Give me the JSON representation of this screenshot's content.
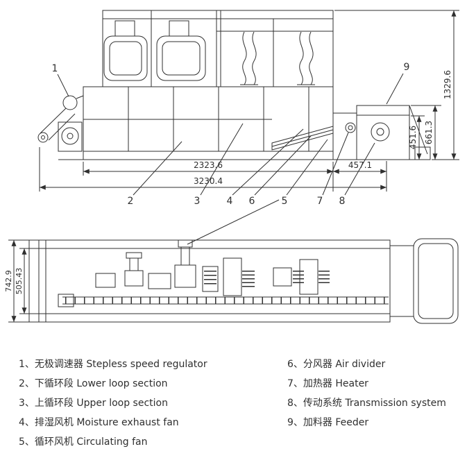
{
  "figure": {
    "callouts": {
      "c1": "1",
      "c2": "2",
      "c3": "3",
      "c4": "4",
      "c5": "5",
      "c6": "6",
      "c7": "7",
      "c8": "8",
      "c9": "9"
    },
    "dims": {
      "body_length": "2323.6",
      "total_length": "3230.4",
      "feeder_length": "457.1",
      "total_height": "1329.6",
      "feeder_height": "661.3",
      "discharge_height": "451.6",
      "plan_total_width": "742.9",
      "plan_inner_width": "505.43"
    }
  },
  "legend": {
    "left": [
      {
        "label": "1、无极调速器 Stepless speed regulator"
      },
      {
        "label": "2、下循环段 Lower loop section"
      },
      {
        "label": "3、上循环段 Upper loop section"
      },
      {
        "label": "4、排湿风机 Moisture exhaust fan"
      },
      {
        "label": "5、循环风机 Circulating fan"
      }
    ],
    "right": [
      {
        "label": "6、分风器 Air divider"
      },
      {
        "label": "7、加热器 Heater"
      },
      {
        "label": "8、传动系统 Transmission system"
      },
      {
        "label": "9、加料器 Feeder"
      }
    ]
  }
}
